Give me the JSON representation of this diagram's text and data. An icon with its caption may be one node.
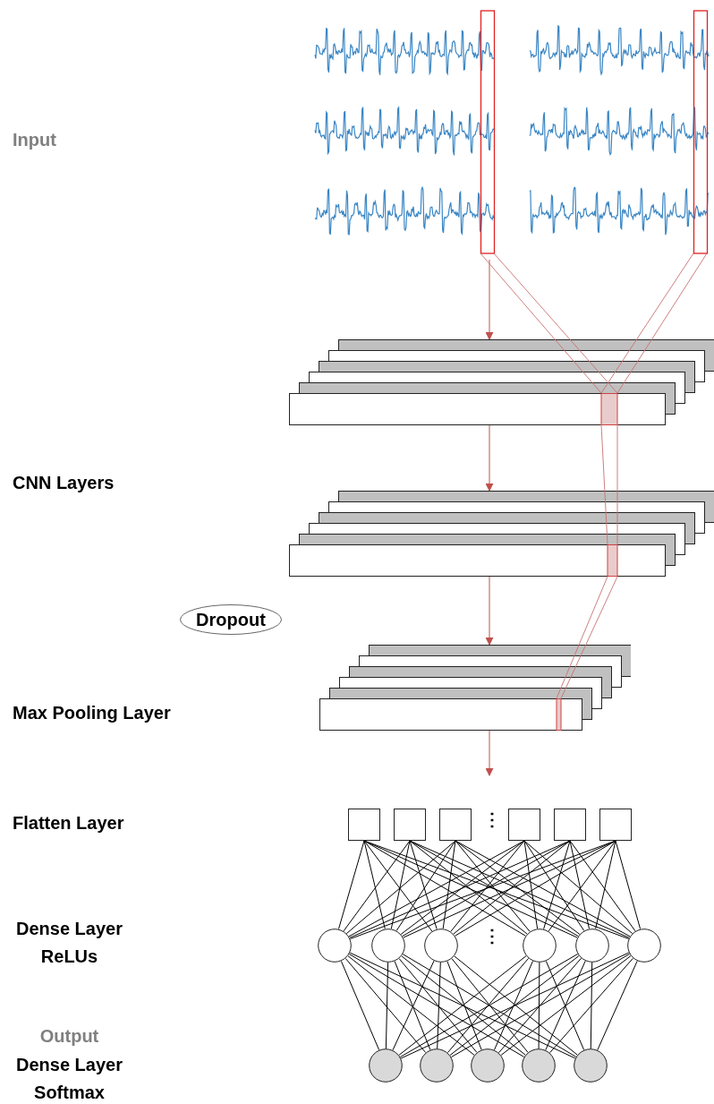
{
  "diagram": {
    "nodes": [
      {
        "text": [],
        "shape": "picture"
      },
      {
        "text": [],
        "shape": "box"
      },
      {
        "text": [],
        "shape": "box"
      },
      {
        "text": [
          "Dropout"
        ]
      },
      {
        "text": [],
        "shape": "box"
      },
      {
        "text": [],
        "shape": "box"
      },
      {
        "text": [],
        "shape": "box"
      },
      {
        "text": [],
        "shape": "box"
      },
      {
        "text": [],
        "shape": "box"
      },
      {
        "text": [],
        "shape": "box"
      },
      {
        "text": [],
        "shape": "box"
      },
      {
        "text": [],
        "shape": "circle"
      },
      {
        "text": [],
        "shape": "circle"
      },
      {
        "text": [],
        "shape": "circle"
      },
      {
        "text": [],
        "shape": "circle"
      },
      {
        "text": [],
        "shape": "circle"
      },
      {
        "text": [],
        "shape": "circle"
      },
      {
        "text": [],
        "shape": "circle"
      },
      {
        "text": [],
        "shape": "circle"
      },
      {
        "text": [],
        "shape": "circle"
      },
      {
        "text": [],
        "shape": "circle"
      },
      {
        "text": [],
        "shape": "circle"
      }
    ],
    "edges": [
      {
        "from": 0,
        "to": 1,
        "arrow": "to",
        "color": "#c0504d"
      },
      {
        "from": 1,
        "to": 2,
        "arrow": "to",
        "color": "#c0504d"
      },
      {
        "from": 2,
        "to": 4,
        "arrow": "to",
        "color": "#c0504d"
      },
      {
        "from": 4,
        "to": null,
        "arrow": "to",
        "color": "#c0504d"
      },
      {
        "from": 5,
        "to": 11,
        "arrow": "none"
      },
      {
        "from": 5,
        "to": 12,
        "arrow": "none"
      },
      {
        "from": 5,
        "to": 13,
        "arrow": "none"
      },
      {
        "from": 5,
        "to": 14,
        "arrow": "none"
      },
      {
        "from": 5,
        "to": 15,
        "arrow": "none"
      },
      {
        "from": 5,
        "to": 16,
        "arrow": "none"
      },
      {
        "from": 6,
        "to": 11,
        "arrow": "none"
      },
      {
        "from": 6,
        "to": 12,
        "arrow": "none"
      },
      {
        "from": 6,
        "to": 13,
        "arrow": "none"
      },
      {
        "from": 6,
        "to": 14,
        "arrow": "none"
      },
      {
        "from": 6,
        "to": 15,
        "arrow": "none"
      },
      {
        "from": 6,
        "to": 16,
        "arrow": "none"
      },
      {
        "from": 7,
        "to": 11,
        "arrow": "none"
      },
      {
        "from": 7,
        "to": 12,
        "arrow": "none"
      },
      {
        "from": 7,
        "to": 13,
        "arrow": "none"
      },
      {
        "from": 7,
        "to": 14,
        "arrow": "none"
      },
      {
        "from": 7,
        "to": 15,
        "arrow": "none"
      },
      {
        "from": 7,
        "to": 16,
        "arrow": "none"
      },
      {
        "from": 8,
        "to": 11,
        "arrow": "none"
      },
      {
        "from": 8,
        "to": 12,
        "arrow": "none"
      },
      {
        "from": 8,
        "to": 13,
        "arrow": "none"
      },
      {
        "from": 8,
        "to": 14,
        "arrow": "none"
      },
      {
        "from": 8,
        "to": 15,
        "arrow": "none"
      },
      {
        "from": 8,
        "to": 16,
        "arrow": "none"
      },
      {
        "from": 9,
        "to": 11,
        "arrow": "none"
      },
      {
        "from": 9,
        "to": 12,
        "arrow": "none"
      },
      {
        "from": 9,
        "to": 13,
        "arrow": "none"
      },
      {
        "from": 9,
        "to": 14,
        "arrow": "none"
      },
      {
        "from": 9,
        "to": 15,
        "arrow": "none"
      },
      {
        "from": 9,
        "to": 16,
        "arrow": "none"
      },
      {
        "from": 10,
        "to": 11,
        "arrow": "none"
      },
      {
        "from": 10,
        "to": 12,
        "arrow": "none"
      },
      {
        "from": 10,
        "to": 13,
        "arrow": "none"
      },
      {
        "from": 10,
        "to": 14,
        "arrow": "none"
      },
      {
        "from": 10,
        "to": 15,
        "arrow": "none"
      },
      {
        "from": 10,
        "to": 16,
        "arrow": "none"
      },
      {
        "from": 11,
        "to": 17,
        "arrow": "none"
      },
      {
        "from": 11,
        "to": 18,
        "arrow": "none"
      },
      {
        "from": 11,
        "to": 19,
        "arrow": "none"
      },
      {
        "from": 11,
        "to": 20,
        "arrow": "none"
      },
      {
        "from": 11,
        "to": 21,
        "arrow": "none"
      },
      {
        "from": 12,
        "to": 17,
        "arrow": "none"
      },
      {
        "from": 12,
        "to": 18,
        "arrow": "none"
      },
      {
        "from": 12,
        "to": 19,
        "arrow": "none"
      },
      {
        "from": 12,
        "to": 20,
        "arrow": "none"
      },
      {
        "from": 12,
        "to": 21,
        "arrow": "none"
      },
      {
        "from": 13,
        "to": 17,
        "arrow": "none"
      },
      {
        "from": 13,
        "to": 18,
        "arrow": "none"
      },
      {
        "from": 13,
        "to": 19,
        "arrow": "none"
      },
      {
        "from": 13,
        "to": 20,
        "arrow": "none"
      },
      {
        "from": 13,
        "to": 21,
        "arrow": "none"
      },
      {
        "from": 14,
        "to": 17,
        "arrow": "none"
      },
      {
        "from": 14,
        "to": 18,
        "arrow": "none"
      },
      {
        "from": 14,
        "to": 19,
        "arrow": "none"
      },
      {
        "from": 14,
        "to": 20,
        "arrow": "none"
      },
      {
        "from": 14,
        "to": 21,
        "arrow": "none"
      },
      {
        "from": 15,
        "to": 17,
        "arrow": "none"
      },
      {
        "from": 15,
        "to": 18,
        "arrow": "none"
      },
      {
        "from": 15,
        "to": 19,
        "arrow": "none"
      },
      {
        "from": 15,
        "to": 20,
        "arrow": "none"
      },
      {
        "from": 15,
        "to": 21,
        "arrow": "none"
      },
      {
        "from": 16,
        "to": 17,
        "arrow": "none"
      },
      {
        "from": 16,
        "to": 18,
        "arrow": "none"
      },
      {
        "from": 16,
        "to": 19,
        "arrow": "none"
      },
      {
        "from": 16,
        "to": 20,
        "arrow": "none"
      },
      {
        "from": 16,
        "to": 21,
        "arrow": "none"
      }
    ],
    "labels": [
      "Input",
      "CNN Layers",
      "Max Pooling Layer",
      "Flatten Layer",
      "⋮",
      "Dense Layer ReLUs",
      "⋮",
      "Output",
      "Dense Layer Softmax"
    ]
  }
}
